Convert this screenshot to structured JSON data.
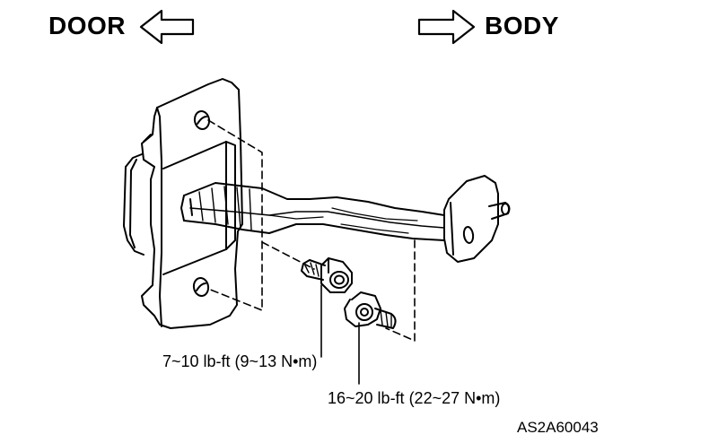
{
  "labels": {
    "door": "DOOR",
    "body": "BODY",
    "torque_upper": "7~10 lb-ft (9~13 N•m)",
    "torque_lower": "16~20 lb-ft (22~27 N•m)",
    "figure_code": "AS2A60043"
  },
  "icons": {
    "door_direction": "arrow-left-outline-icon",
    "body_direction": "arrow-right-outline-icon"
  },
  "colors": {
    "line": "#000000",
    "background": "#ffffff"
  }
}
